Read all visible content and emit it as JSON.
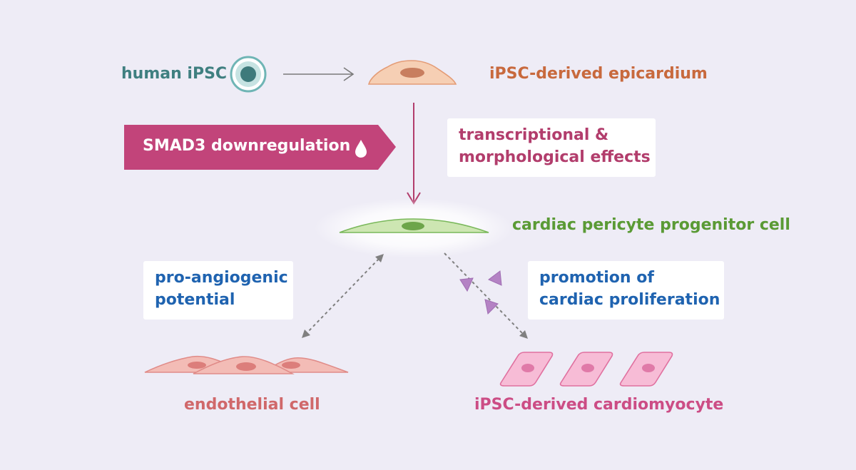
{
  "labels": {
    "human_ipsc": "human iPSC",
    "epicardium": "iPSC-derived epicardium",
    "pericyte": "cardiac pericyte progenitor cell",
    "endothelial": "endothelial cell",
    "cardiomyocyte": "iPSC-derived cardiomyocyte"
  },
  "smad_banner": {
    "text": "SMAD3 downregulation",
    "icon": "drop-icon"
  },
  "boxes": {
    "effects": [
      "transcriptional &",
      "morphological effects"
    ],
    "angiogenic": [
      "pro-angiogenic",
      "potential"
    ],
    "proliferation": [
      "promotion of",
      "cardiac proliferation"
    ]
  },
  "colors": {
    "background": "#eeecf6",
    "ipsc": "#3f7f80",
    "epicardium": "#c8693d",
    "smad": "#c2447a",
    "effects_text": "#b23d6c",
    "pericyte": "#5a9a35",
    "blue_text": "#1f63b0",
    "endothelial": "#d0686a",
    "cardiomyocyte": "#cc4d85",
    "signal_triangle": "#b482c4"
  }
}
